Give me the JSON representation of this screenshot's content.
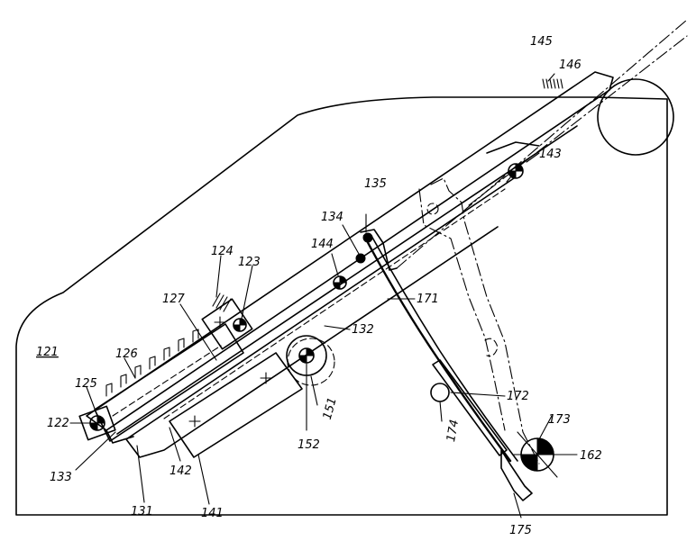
{
  "labels": {
    "l121": "121",
    "l122": "122",
    "l123": "123",
    "l124": "124",
    "l125": "125",
    "l126": "126",
    "l127": "127",
    "l131": "131",
    "l132": "132",
    "l133": "133",
    "l134": "134",
    "l135": "135",
    "l141": "141",
    "l142": "142",
    "l143": "143",
    "l144": "144",
    "l145": "145",
    "l146": "146",
    "l151": "151",
    "l152": "152",
    "l162": "162",
    "l171": "171",
    "l172": "172",
    "l173": "173",
    "l174": "174",
    "l175": "175"
  }
}
